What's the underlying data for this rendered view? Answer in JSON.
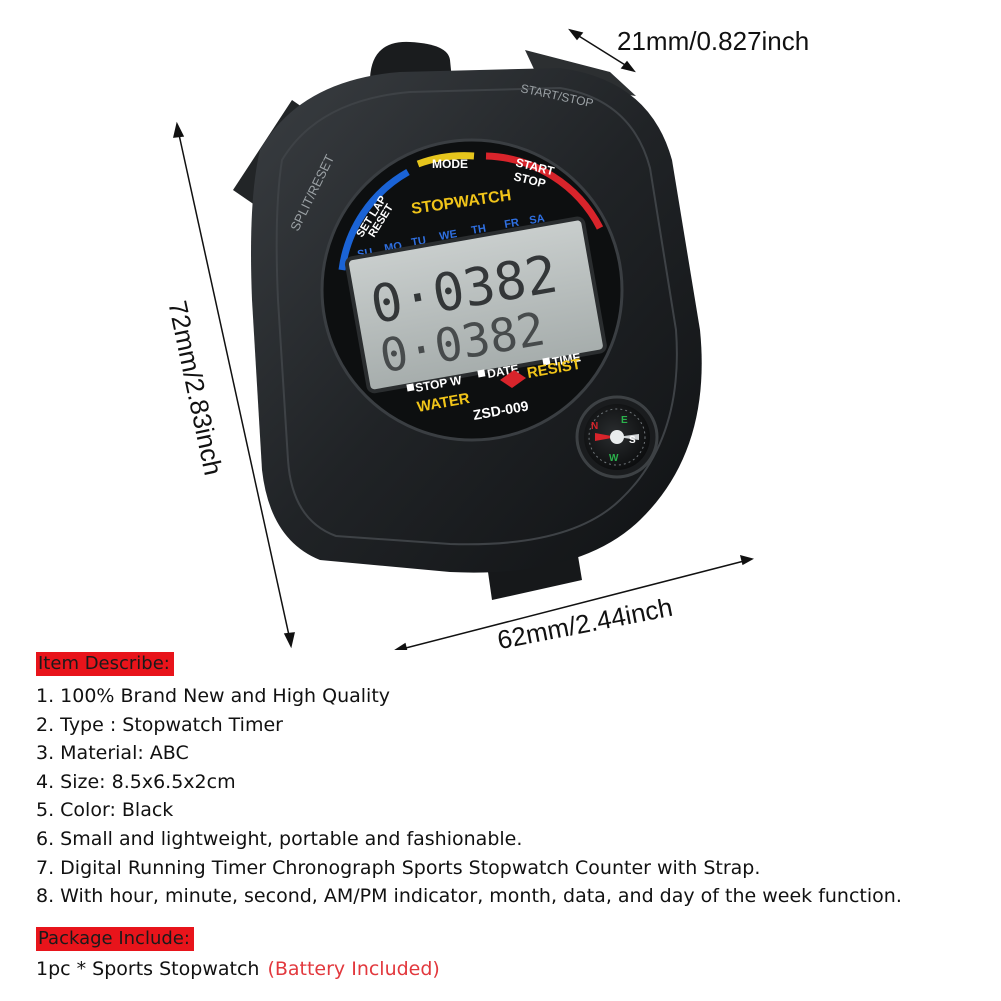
{
  "dimensions": {
    "depth": "21mm/0.827inch",
    "height": "72mm/2.83inch",
    "width": "62mm/2.44inch"
  },
  "stopwatch": {
    "labels": {
      "split_reset": "SPLIT/RESET",
      "start_stop_top": "START/STOP",
      "mode": "MODE",
      "start": "START",
      "stop": "STOP",
      "set_lap": "SET LAP",
      "reset": "RESET",
      "brand": "STOPWATCH",
      "days": [
        "SU",
        "MO",
        "TU",
        "WE",
        "TH",
        "FR",
        "SA"
      ],
      "display_top": "0·0382",
      "display_bottom": "0·0382",
      "stop_w": "STOP W",
      "date": "DATE",
      "time": "TIME",
      "water": "WATER",
      "resist": "RESIST",
      "model": "ZSD-009",
      "compass": [
        "N",
        "E",
        "S",
        "W"
      ]
    },
    "colors": {
      "body": "#1e2124",
      "blue_arc": "#1a63d6",
      "yellow_arc": "#e6c51c",
      "red_arc": "#d8242b",
      "brand_text": "#f0c419",
      "lcd": "#b9bfbe"
    }
  },
  "item_describe": {
    "heading": "Item Describe:",
    "items": [
      "1. 100% Brand New and High Quality",
      "2. Type : Stopwatch Timer",
      "3. Material: ABC",
      "4. Size: 8.5x6.5x2cm",
      "5. Color: Black",
      "6. Small and lightweight, portable and fashionable.",
      "7. Digital Running Timer Chronograph Sports Stopwatch Counter with Strap.",
      "8. With hour, minute, second, AM/PM indicator, month, data, and day of the week function."
    ]
  },
  "package_include": {
    "heading": "Package Include:",
    "line": "1pc * Sports Stopwatch",
    "note": "(Battery Included)"
  }
}
